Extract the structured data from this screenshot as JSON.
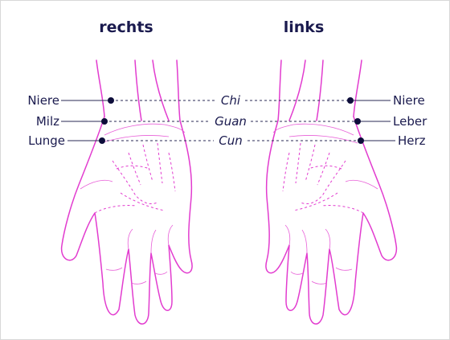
{
  "headings": {
    "right_hand": "rechts",
    "left_hand": "links"
  },
  "pulse_positions": [
    "Chi",
    "Guan",
    "Cun"
  ],
  "right_hand_organs": [
    "Niere",
    "Milz",
    "Lunge"
  ],
  "left_hand_organs": [
    "Niere",
    "Leber",
    "Herz"
  ],
  "colors": {
    "hand_outline": "#e23ccf",
    "text": "#1a1a4e",
    "points": "#0d0d3a",
    "frame": "#d8d8d8"
  }
}
